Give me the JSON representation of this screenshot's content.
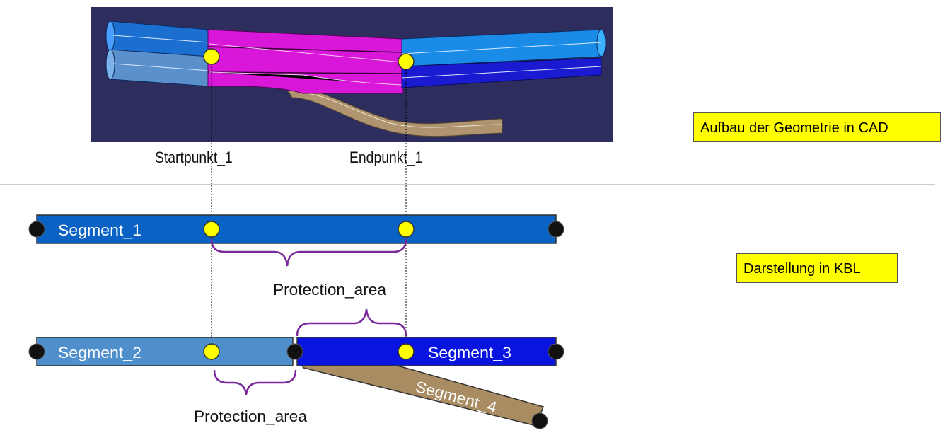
{
  "cad": {
    "title": "Aufbau der Geometrie in CAD",
    "background": "#2e2e5e",
    "start_label": "Startpunkt_1",
    "end_label": "Endpunkt_1"
  },
  "kbl": {
    "title": "Darstellung in KBL",
    "protection_label_top": "Protection_area",
    "protection_label_bottom": "Protection_area",
    "segments": {
      "s1": {
        "label": "Segment_1",
        "color": "#0a63c4"
      },
      "s2": {
        "label": "Segment_2",
        "color": "#4f8fcc"
      },
      "s3": {
        "label": "Segment_3",
        "color": "#0a14e0"
      },
      "s4": {
        "label": "Segment_4",
        "color": "#a98c62"
      }
    }
  },
  "colors": {
    "point_marker": "#ffff00",
    "node_marker": "#111111",
    "brace": "#7a2a9a",
    "callout_bg": "#ffff00",
    "cad_protection": "#e010e0"
  }
}
